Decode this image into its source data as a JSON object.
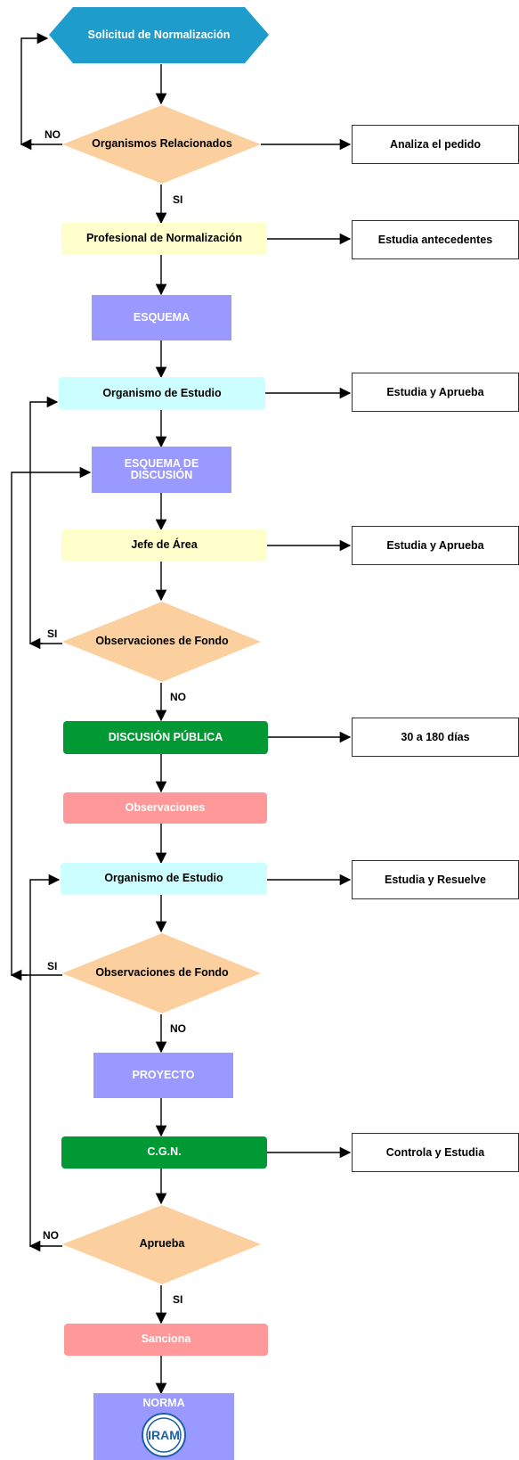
{
  "nodes": {
    "solicitud": "Solicitud de Normalización",
    "organismos_relacionados": "Organismos Relacionados",
    "profesional": "Profesional de Normalización",
    "esquema": "ESQUEMA",
    "organismo_estudio_1": "Organismo de Estudio",
    "esquema_discusion_1": "ESQUEMA DE",
    "esquema_discusion_2": "DISCUSIÓN",
    "jefe_area": "Jefe de Área",
    "observaciones_fondo_1": "Observaciones de Fondo",
    "discusion_publica": "DISCUSIÓN PÚBLICA",
    "observaciones": "Observaciones",
    "organismo_estudio_2": "Organismo de Estudio",
    "observaciones_fondo_2": "Observaciones de Fondo",
    "proyecto": "PROYECTO",
    "cgn": "C.G.N.",
    "aprueba": "Aprueba",
    "sanciona": "Sanciona",
    "norma": "NORMA",
    "iram_logo": "IRAM"
  },
  "side_boxes": {
    "analiza": "Analiza el pedido",
    "estudia_antecedentes": "Estudia antecedentes",
    "estudia_aprueba_1": "Estudia y Aprueba",
    "estudia_aprueba_2": "Estudia y Aprueba",
    "dias": "30 a 180 días",
    "estudia_resuelve": "Estudia y Resuelve",
    "controla_estudia": "Controla y Estudia"
  },
  "edge_labels": {
    "no_1": "NO",
    "si_1": "SI",
    "si_2": "SI",
    "no_2": "NO",
    "si_3": "SI",
    "no_3": "NO",
    "no_4": "NO",
    "si_4": "SI"
  },
  "colors": {
    "hexagon": "#1e9ccc",
    "diamond": "#fccf9e",
    "light_yellow": "#ffffcc",
    "light_cyan": "#ccffff",
    "violet": "#9999ff",
    "green": "#009933",
    "pink": "#ff9999"
  }
}
